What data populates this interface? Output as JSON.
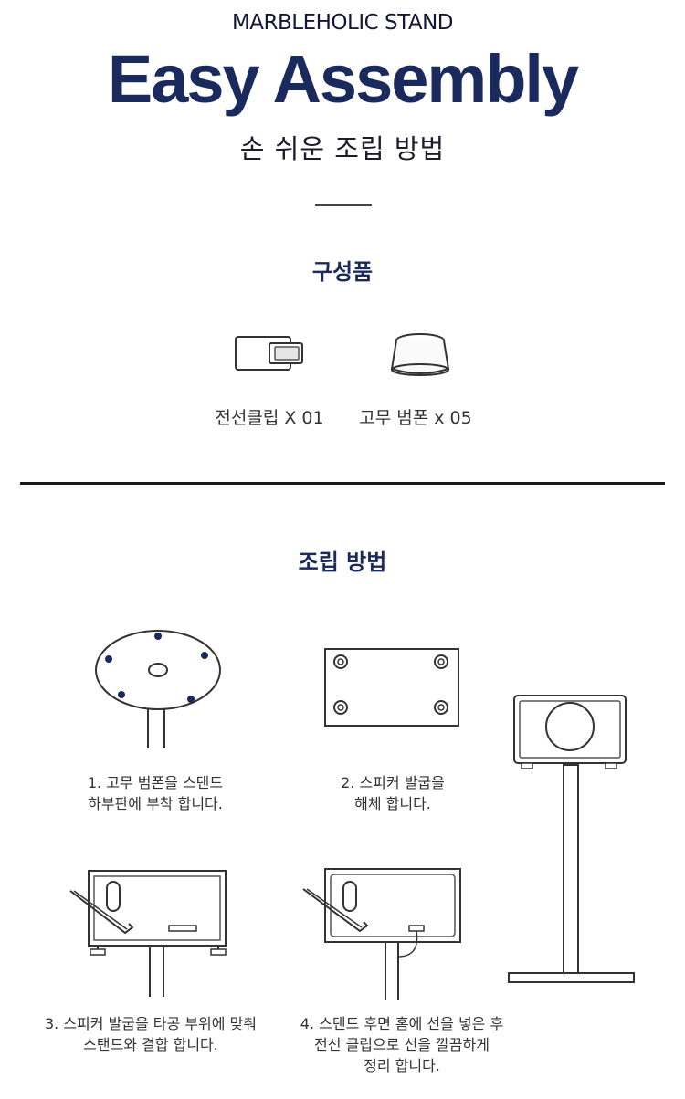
{
  "header": {
    "brand": "MARBLEHOLIC STAND",
    "title": "Easy Assembly",
    "subtitle": "손 쉬운 조립 방법"
  },
  "components": {
    "heading": "구성품",
    "items": [
      {
        "label": "전선클립 X 01",
        "icon": "cable-clip-icon"
      },
      {
        "label": "고무 범폰 x 05",
        "icon": "rubber-bumper-icon"
      }
    ]
  },
  "assembly": {
    "heading": "조립 방법",
    "steps": [
      {
        "text": "1. 고무 범폰을 스탠드\n하부판에 부착 합니다."
      },
      {
        "text": "2. 스피커 발굽을\n해체 합니다."
      },
      {
        "text": "3. 스피커 발굽을 타공 부위에 맞춰\n스탠드와 결합 합니다."
      },
      {
        "text": "4. 스탠드 후면 홈에 선을 넣은 후\n전선 클립으로 선을 깔끔하게\n정리 합니다."
      }
    ]
  },
  "colors": {
    "accent": "#1b2a5c",
    "line": "#333333"
  }
}
